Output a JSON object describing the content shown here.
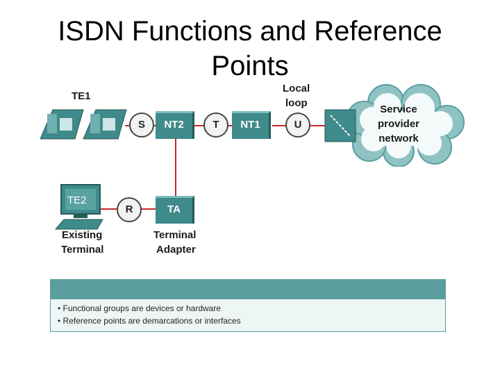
{
  "title": {
    "line1": "ISDN Functions and Reference",
    "line2": "Points"
  },
  "devices": {
    "te1": "TE1",
    "te2": "TE2",
    "nt2": "NT2",
    "nt1": "NT1",
    "ta": "TA"
  },
  "reference_points": {
    "s": "S",
    "t": "T",
    "u": "U",
    "r": "R"
  },
  "labels": {
    "local_loop_1": "Local",
    "local_loop_2": "loop",
    "existing_1": "Existing",
    "existing_2": "Terminal",
    "terminal_adapter_1": "Terminal",
    "terminal_adapter_2": "Adapter"
  },
  "cloud": {
    "line1": "Service",
    "line2": "provider",
    "line3": "network"
  },
  "notes": [
    "Functional groups are devices or hardware",
    "Reference points are demarcations or interfaces"
  ],
  "colors": {
    "link": "#c62828",
    "device": "#3f8a8a",
    "cloud": "#8fc3c3",
    "panel": "#5a9e9e"
  }
}
